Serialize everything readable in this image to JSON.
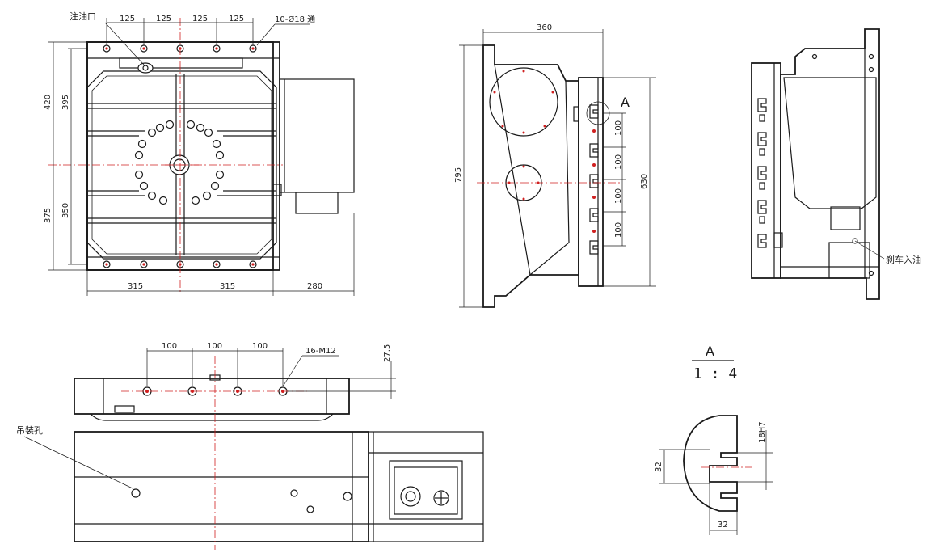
{
  "top_view": {
    "dims_top": [
      "125",
      "125",
      "125",
      "125"
    ],
    "oil_inlet": "注油口",
    "holes_note": "10-Ø18 通",
    "dim_left_outer_top": "420",
    "dim_left_inner_top": "395",
    "dim_left_outer_bottom": "375",
    "dim_left_inner_bottom": "350",
    "dim_bottom_left": "315",
    "dim_bottom_mid": "315",
    "dim_bottom_right": "280"
  },
  "side_view": {
    "dim_top": "360",
    "dim_height": "795",
    "dim_inner": "630",
    "dim_slots": [
      "100",
      "100",
      "100",
      "100"
    ],
    "detail_ref": "A"
  },
  "right_view": {
    "brake_oil": "刹车入油"
  },
  "front_view": {
    "dims_top": [
      "100",
      "100",
      "100"
    ],
    "thread_note": "16-M12",
    "dim_vertical": "27.5",
    "lifting_hole": "吊装孔"
  },
  "detail": {
    "title": "A",
    "scale": "1 : 4",
    "dim_slot_width": "18H7",
    "dim_height": "32",
    "dim_width": "32"
  }
}
